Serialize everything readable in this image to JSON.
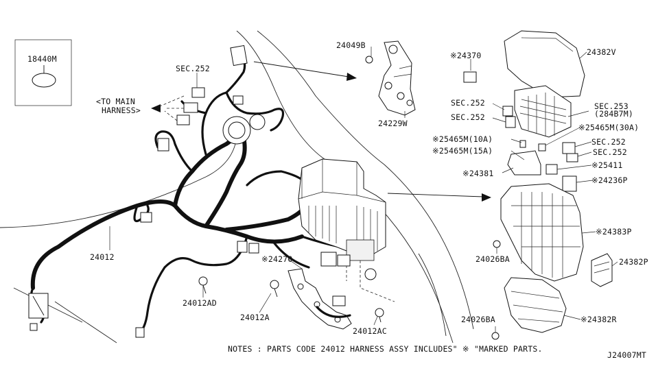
{
  "diagram_id": "J24007MT",
  "note": "NOTES : PARTS CODE 24012 HARNESS ASSY INCLUDES\" ※ \"MARKED PARTS.",
  "callouts": {
    "p18440m": "18440M",
    "sec252_main": "SEC.252",
    "to_main_1": "<TO MAIN",
    "to_main_2": "HARNESS>",
    "p24012": "24012",
    "p24012ad": "24012AD",
    "p24012a": "24012A",
    "p24270": "※24270",
    "p24012ac": "24012AC",
    "p24049b": "24049B",
    "p24229w": "24229W",
    "p24370": "※24370",
    "p24382v": "24382V",
    "sec252_a": "SEC.252",
    "sec252_b": "SEC.252",
    "sec253_1": "SEC.253",
    "sec253_2": "(284B7M)",
    "p25465m_30a": "※25465M(30A)",
    "p25465m_10a": "※25465M(10A)",
    "p25465m_15a": "※25465M(15A)",
    "sec252_c": "SEC.252",
    "sec252_d": "SEC.252",
    "p24381": "※24381",
    "p25411": "※25411",
    "p24236p": "※24236P",
    "p24383p": "※24383P",
    "p24026ba_1": "24026BA",
    "p24382p": "24382P",
    "p24026ba_2": "24026BA",
    "p24382r": "※24382R"
  }
}
